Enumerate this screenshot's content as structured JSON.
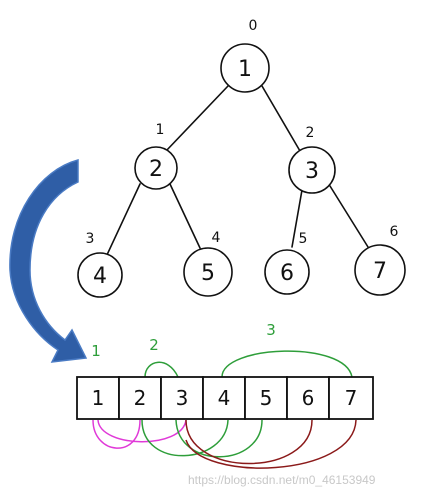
{
  "colors": {
    "ink": "#111111",
    "arrow_fill": "#2f5ea6",
    "arrow_stroke": "#4a7bc4",
    "green": "#2e9e3a",
    "magenta": "#e03ad8",
    "dark_red": "#8b1a1a",
    "watermark": "#c8c8c8"
  },
  "tree": {
    "nodes": [
      {
        "value": "1",
        "index": "0"
      },
      {
        "value": "2",
        "index": "1"
      },
      {
        "value": "3",
        "index": "2"
      },
      {
        "value": "4",
        "index": "3"
      },
      {
        "value": "5",
        "index": "4"
      },
      {
        "value": "6",
        "index": "5"
      },
      {
        "value": "7",
        "index": "6"
      }
    ]
  },
  "array": {
    "cells": [
      "1",
      "2",
      "3",
      "4",
      "5",
      "6",
      "7"
    ],
    "level_labels": [
      "1",
      "2",
      "3"
    ]
  },
  "watermark": {
    "text": "https://blog.csdn.net/m0_46153949"
  }
}
